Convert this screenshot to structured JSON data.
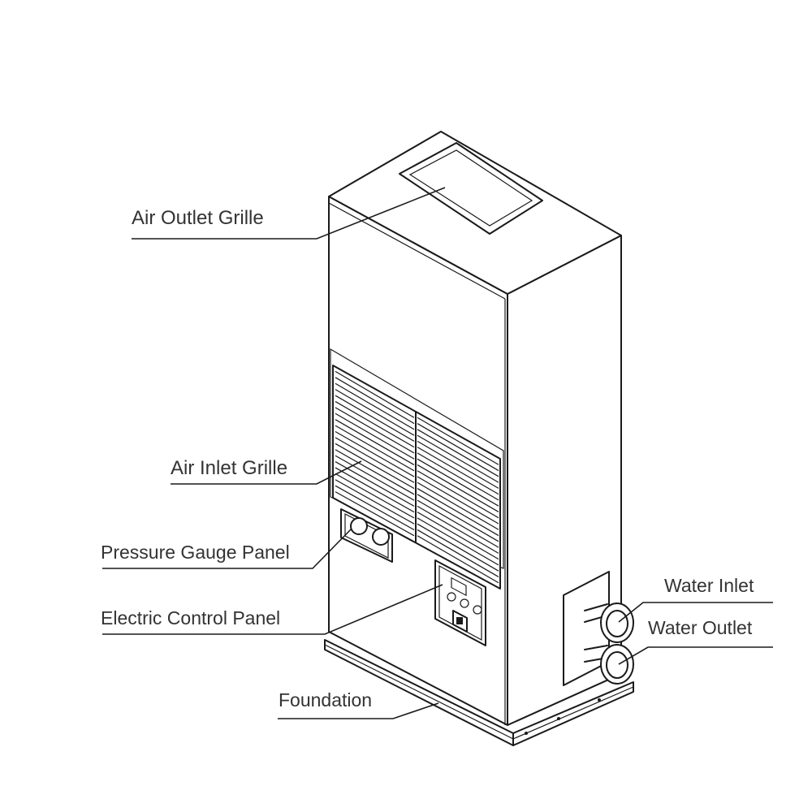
{
  "labels": {
    "air_outlet_grille": "Air Outlet Grille",
    "air_inlet_grille": "Air Inlet Grille",
    "pressure_gauge_panel": "Pressure Gauge Panel",
    "electric_control_panel": "Electric Control Panel",
    "foundation": "Foundation",
    "water_inlet": "Water Inlet",
    "water_outlet": "Water Outlet"
  },
  "colors": {
    "line": "#1a1a1a",
    "text": "#333333",
    "background": "#ffffff"
  }
}
